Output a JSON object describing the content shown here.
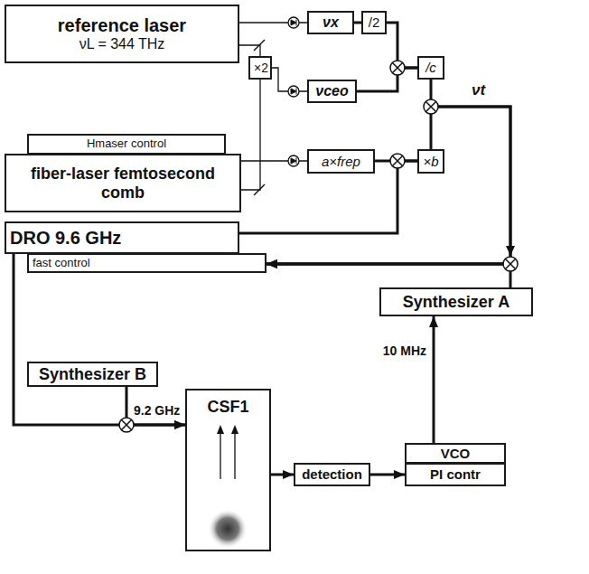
{
  "diagram": {
    "nodes": [
      {
        "text": [
          "reference laser",
          "νL = 344 THz"
        ]
      },
      {
        "text": [
          "×2"
        ]
      },
      {
        "text": [
          "νx"
        ]
      },
      {
        "text": [
          "/2"
        ]
      },
      {
        "text": [
          "νceo"
        ]
      },
      {
        "text": [
          "/c"
        ]
      },
      {
        "text": [
          "Hmaser control"
        ]
      },
      {
        "text": [
          "fiber-laser femtosecond comb"
        ]
      },
      {
        "text": [
          "a×frep"
        ]
      },
      {
        "text": [
          "×b"
        ]
      },
      {
        "text": [
          "DRO 9.6 GHz"
        ]
      },
      {
        "text": [
          "fast control"
        ]
      },
      {
        "text": [
          "Synthesizer A"
        ]
      },
      {
        "text": [
          "Synthesizer B"
        ]
      },
      {
        "text": [
          "CSF1"
        ]
      },
      {
        "text": [
          "detection"
        ]
      },
      {
        "text": [
          "VCO"
        ]
      },
      {
        "text": [
          "PI contr"
        ]
      }
    ],
    "edges": [
      {
        "from": 0,
        "to": 2,
        "arrow": "none"
      },
      {
        "from": 0,
        "to": 1,
        "arrow": "none"
      },
      {
        "from": 7,
        "to": 1,
        "arrow": "none"
      },
      {
        "from": 1,
        "to": 4,
        "arrow": "none"
      },
      {
        "from": 2,
        "to": 3,
        "arrow": "none"
      },
      {
        "from": 3,
        "to": 5,
        "arrow": "none"
      },
      {
        "from": 4,
        "to": 5,
        "arrow": "none"
      },
      {
        "from": 5,
        "to": 11,
        "arrow": "to"
      },
      {
        "from": 9,
        "to": 11,
        "arrow": "to"
      },
      {
        "from": 12,
        "to": 11,
        "arrow": "to"
      },
      {
        "from": 7,
        "to": 8,
        "arrow": "none"
      },
      {
        "from": 8,
        "to": 9,
        "arrow": "none"
      },
      {
        "from": 10,
        "to": 9,
        "arrow": "none"
      },
      {
        "from": 10,
        "to": 14,
        "arrow": "to"
      },
      {
        "from": 13,
        "to": 14,
        "arrow": "to"
      },
      {
        "from": 14,
        "to": 15,
        "arrow": "to"
      },
      {
        "from": 15,
        "to": 17,
        "arrow": "to"
      },
      {
        "from": 16,
        "to": 12,
        "label": "10 MHz",
        "arrow": "to"
      }
    ],
    "labels": [
      "νt",
      "9.2 GHz"
    ]
  }
}
